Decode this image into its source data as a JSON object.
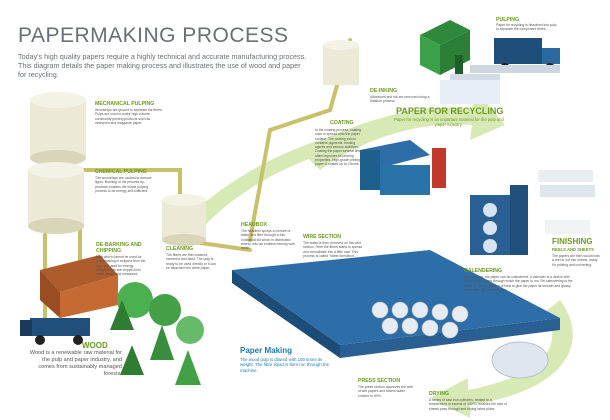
{
  "header": {
    "title": "PAPERMAKING PROCESS",
    "intro": "Today's high quality papers require a highly technical and accurate manufacturing process. This diagram details the paper making process and illustrates the use of wood and paper for recycling."
  },
  "stages": {
    "mechanical_pulping": {
      "title": "MECHANICAL PULPING",
      "text": "Woodchips are ground to separate the fibres. Pulps are used to make high volume commodity printing products such as newsprint and magazine paper."
    },
    "chemical_pulping": {
      "title": "CHEMICAL PULPING",
      "text": "The woodchips are cooked to remove lignin. Bushing of the process by-products enables the whole pulping process to be energy self-sufficient."
    },
    "debarking": {
      "title": "DE-BARKING AND CHIPPING",
      "text": "Bark which cannot be used for papermaking is stripped from the logs and used for energy. Stripped logs are chipped into small pieces and measured."
    },
    "cleaning": {
      "title": "CLEANING",
      "text": "The fibres are then washed, screened and dried. The pulp is ready to be used directly or it can be bleached into white paper."
    },
    "headbox": {
      "title": "HEADBOX",
      "text": "The headbox sprays a mixture of water and fibre through a thin horizontal slit which is distributed evenly onto an endless moving wire mesh."
    },
    "wire_section": {
      "title": "WIRE SECTION",
      "text": "The water is then removed on this wire section. Here the fibres starts to spread and consolidate into a little mat. This process is called \"sheet formation\"."
    },
    "coating": {
      "title": "COATING",
      "text": "In the coating process, coating color is spread onto the paper surface. The coating colour contains pigments, binding agents and various additives. Coating the paper several times often improves its printing properties. High-grade printing paper is coated up to 3 times."
    },
    "de_inking": {
      "title": "DE-INKING",
      "text": "Adhesives and ink are removed using a flotation process."
    },
    "pulping": {
      "title": "PULPING",
      "text": "Paper for recycling is dissolved into pulp to separate the component fibres."
    },
    "recycling": {
      "title": "PAPER FOR RECYCLING",
      "text": "Paper for recycling is an important material for the pulp and paper industry."
    },
    "finishing": {
      "title": "FINISHING",
      "subtitle": "REELS AND SHEETS",
      "text": "The papers are then wound into a reel or cut into sheets, ready for printing and converting."
    },
    "calendering": {
      "title": "CALENDERING",
      "text": "After coating, the paper can be calendered. A calender is a device with two or more rollers through which the paper is run. Re-calendering is the same as the application of heat to give the paper its smooth and glossy properties, like coating does."
    },
    "paper_making": {
      "title": "Paper Making",
      "text": "The wood pulp is diluted with 100 times its weight. The fibre liquid is then run through the machine."
    },
    "press_section": {
      "title": "PRESS SECTION",
      "text": "The press section squeezes the web of wet papers and lowers water content to 60%."
    },
    "drying": {
      "title": "DRYING",
      "text": "A series of cast iron cylinders, heated to a temperature in excess of 100°C, enables the web of sheets pass through and drying takes place."
    },
    "wood": {
      "title": "WOOD",
      "text": "Wood is a renewable raw material for the pulp and paper industry, and comes from sustainably managed forests."
    }
  },
  "colors": {
    "accent_green": "#6a9a1e",
    "machine_blue": "#1f5f8b",
    "pipe": "#c9c06a",
    "arrow_green": "#cfe3a8"
  }
}
